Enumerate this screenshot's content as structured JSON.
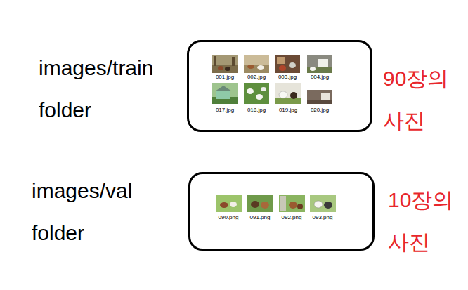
{
  "diagram": {
    "nodes": [
      {
        "text": [
          "001.jpg",
          "002.jpg",
          "003.jpg",
          "004.jpg",
          "017.jpg",
          "018.jpg",
          "019.jpg",
          "020.jpg"
        ]
      },
      {
        "text": [
          "090.png",
          "091.png",
          "092.png",
          "093.png"
        ]
      }
    ],
    "labels": [
      "images/train folder",
      "90장의 사진",
      "images/val folder",
      "10장의 사진"
    ]
  }
}
